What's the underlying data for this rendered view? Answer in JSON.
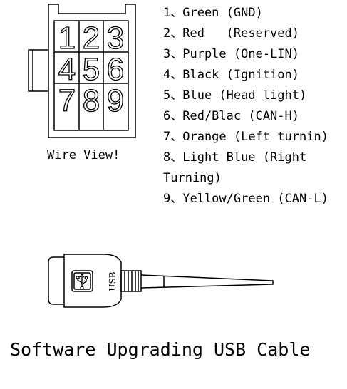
{
  "connector": {
    "pins": [
      "1",
      "2",
      "3",
      "4",
      "5",
      "6",
      "7",
      "8",
      "9"
    ],
    "view_label": "Wire View!"
  },
  "wires": [
    {
      "text": "1、Green (GND)"
    },
    {
      "text": "2、Red   (Reserved)"
    },
    {
      "text": "3、Purple (One-LIN)"
    },
    {
      "text": "4、Black (Ignition)"
    },
    {
      "text": "5、Blue (Head light)"
    },
    {
      "text": "6、Red/Blac (CAN-H)"
    },
    {
      "text": "7、Orange (Left turnin)"
    },
    {
      "text": "8、Light Blue (Right"
    },
    {
      "text": "Turning)"
    },
    {
      "text": "9、Yellow/Green (CAN-L)"
    }
  ],
  "usb": {
    "label": "USB",
    "icon": "usb-icon"
  },
  "caption": "Software Upgrading USB Cable"
}
